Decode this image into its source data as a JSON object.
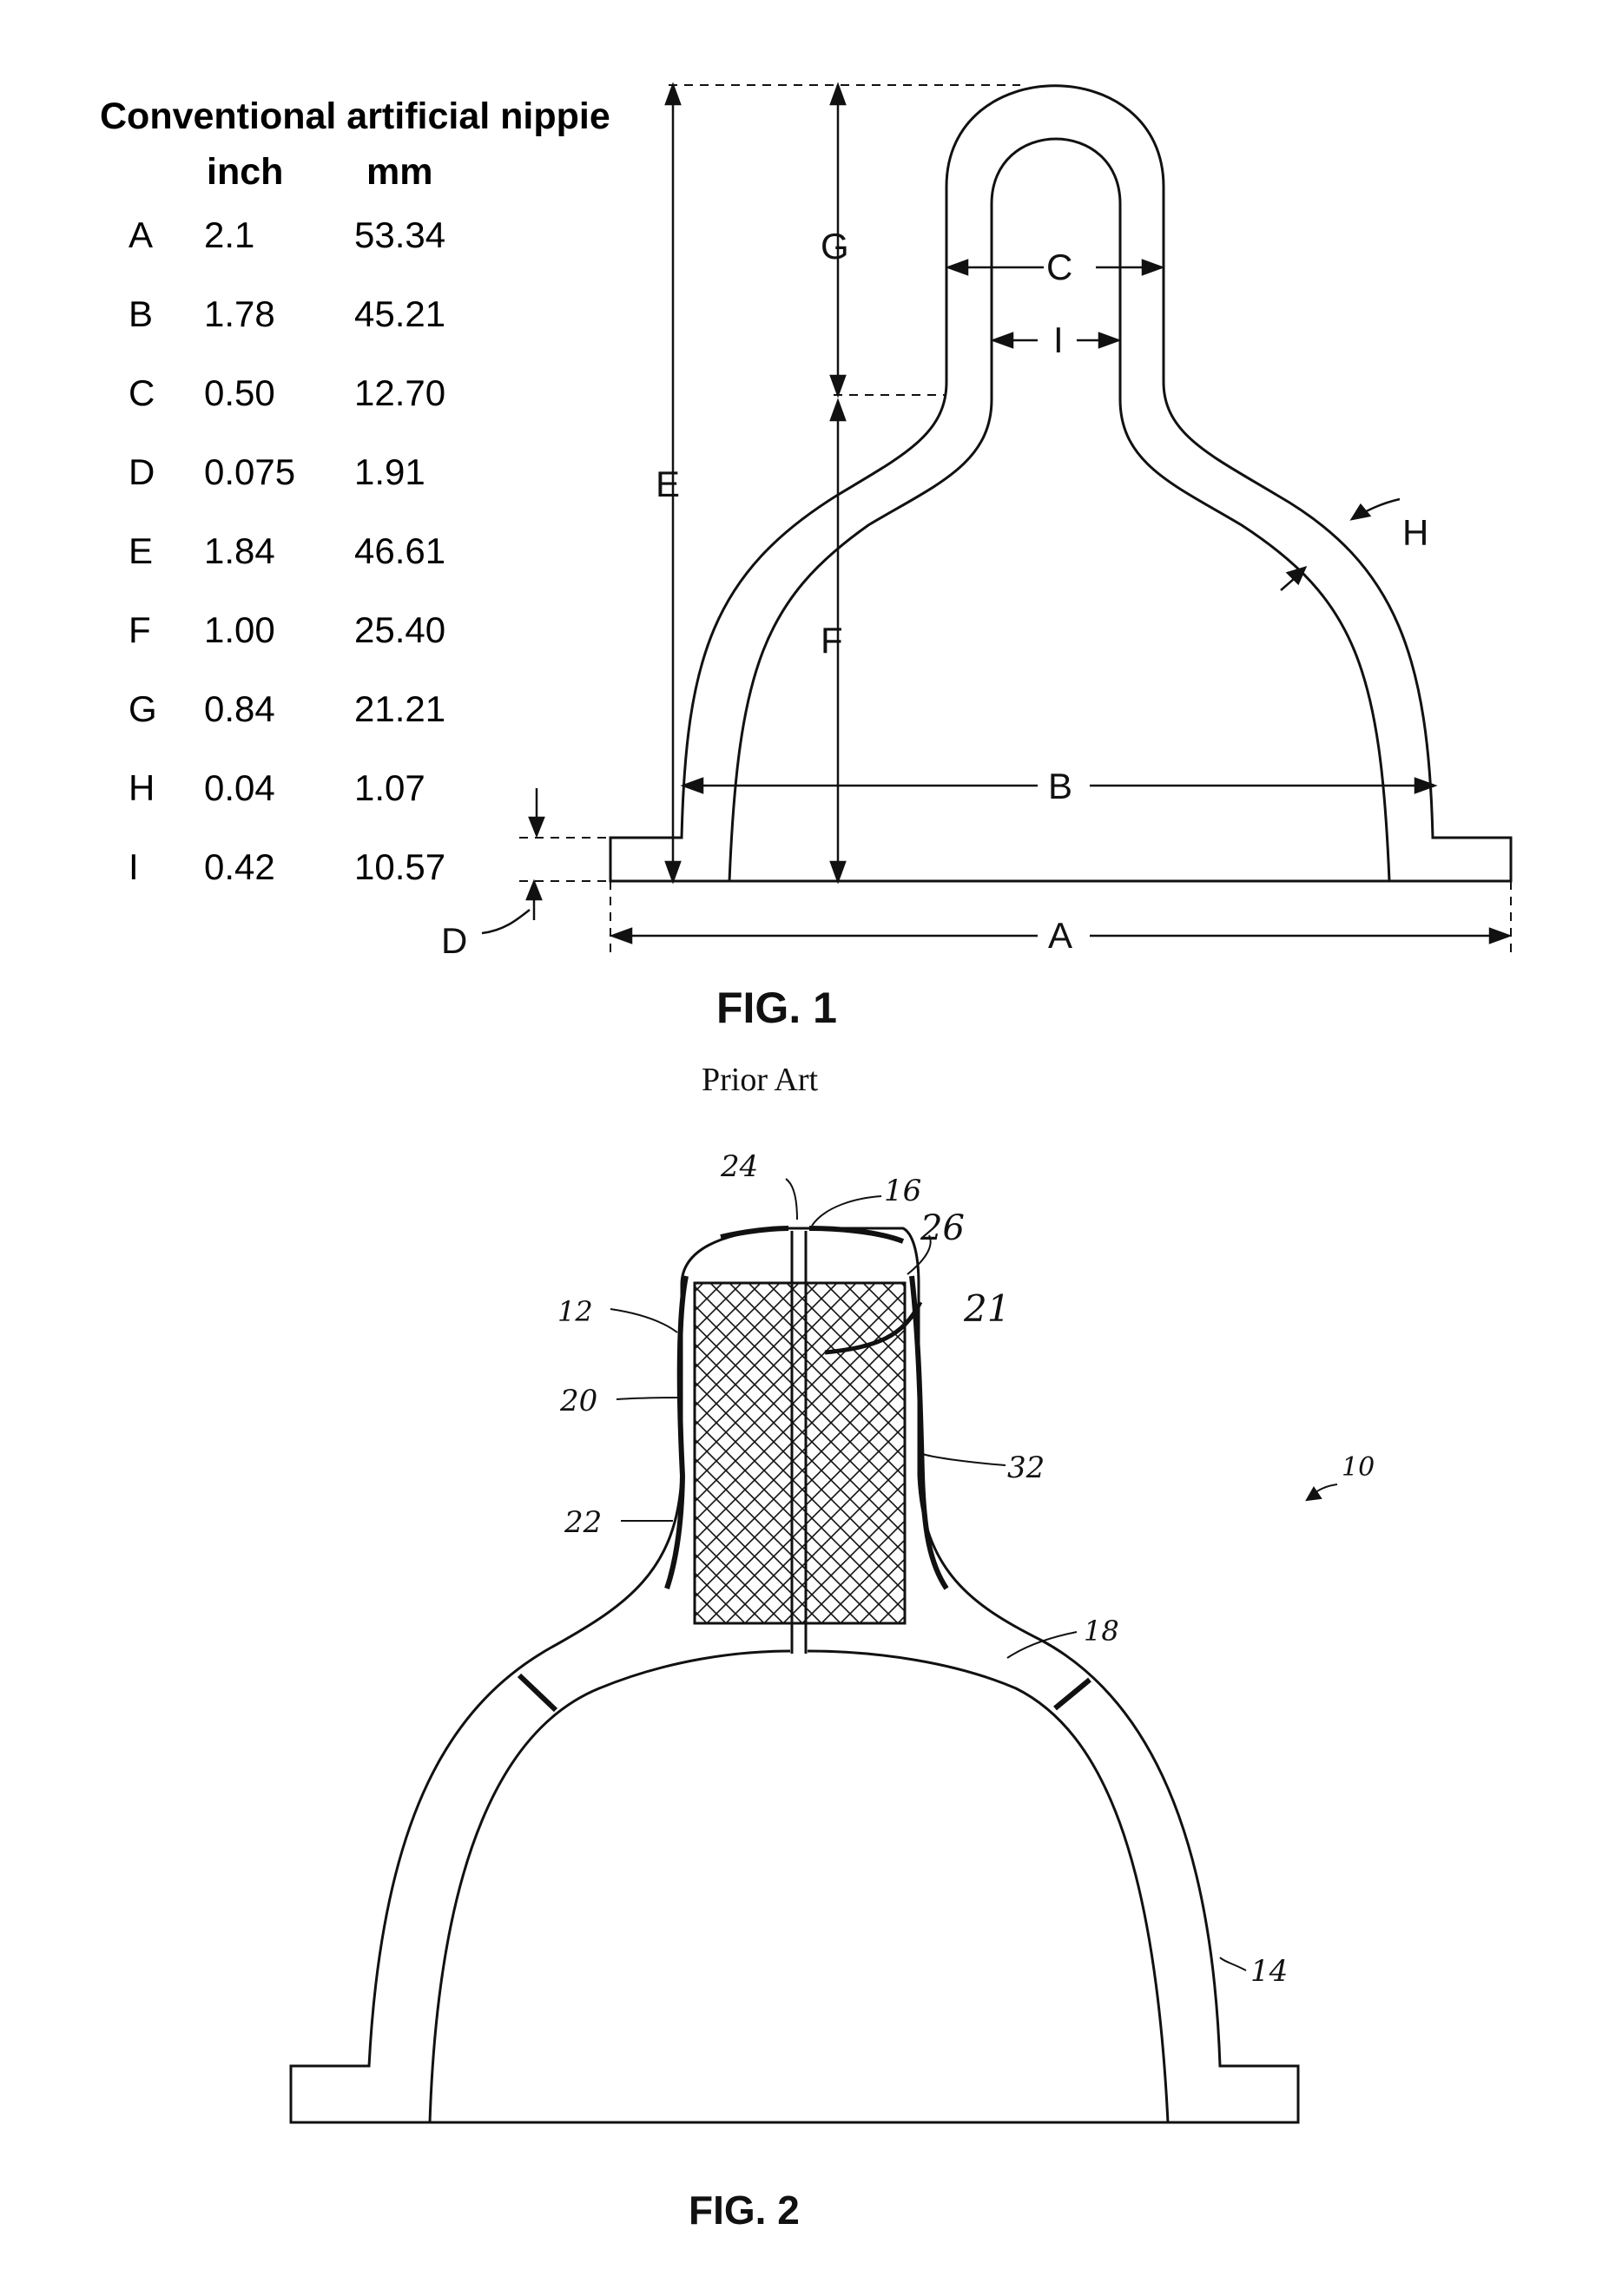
{
  "table": {
    "title": "Conventional artificial nippie",
    "col_inch": "inch",
    "col_mm": "mm",
    "rows": [
      {
        "letter": "A",
        "inch": "2.1",
        "mm": "53.34"
      },
      {
        "letter": "B",
        "inch": "1.78",
        "mm": "45.21"
      },
      {
        "letter": "C",
        "inch": "0.50",
        "mm": "12.70"
      },
      {
        "letter": "D",
        "inch": "0.075",
        "mm": "1.91"
      },
      {
        "letter": "E",
        "inch": "1.84",
        "mm": "46.61"
      },
      {
        "letter": "F",
        "inch": "1.00",
        "mm": "25.40"
      },
      {
        "letter": "G",
        "inch": "0.84",
        "mm": "21.21"
      },
      {
        "letter": "H",
        "inch": "0.04",
        "mm": "1.07"
      },
      {
        "letter": "I",
        "inch": "0.42",
        "mm": "10.57"
      }
    ]
  },
  "fig1": {
    "caption": "FIG. 1",
    "subcaption": "Prior Art",
    "dims": {
      "A": "A",
      "B": "B",
      "C": "C",
      "D": "D",
      "E": "E",
      "F": "F",
      "G": "G",
      "H": "H",
      "I": "I"
    }
  },
  "fig2": {
    "caption": "FIG. 2",
    "refs": {
      "r10": "10",
      "r12": "12",
      "r14": "14",
      "r16": "16",
      "r18": "18",
      "r20": "20",
      "r21": "21",
      "r22": "22",
      "r24": "24",
      "r26": "26",
      "r32": "32"
    }
  },
  "colors": {
    "ink": "#111111",
    "paper": "#ffffff"
  }
}
